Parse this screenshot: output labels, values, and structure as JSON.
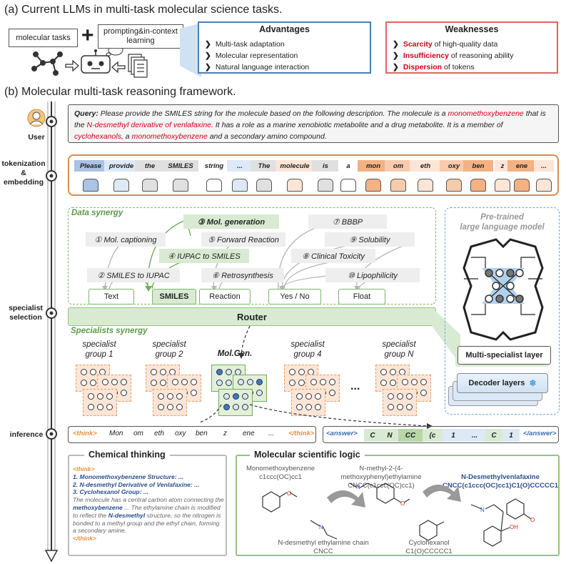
{
  "panel_a": {
    "title": "(a) Current LLMs in multi-task molecular science tasks.",
    "molecular_tasks": "molecular tasks",
    "plus": "+",
    "prompting": "prompting&in-context learning",
    "advantages_title": "Advantages",
    "advantages": [
      "Multi-task adaptation",
      "Molecular representation",
      "Natural language interaction"
    ],
    "weaknesses_title": "Weaknesses",
    "weaknesses": [
      {
        "key": "Scarcity",
        "rest": " of high-quality data"
      },
      {
        "key": "Insufficiency",
        "rest": " of reasoning ability"
      },
      {
        "key": "Dispersion",
        "rest": " of tokens"
      }
    ]
  },
  "panel_b": {
    "title": "(b) Molecular multi-task reasoning framework.",
    "side_labels": {
      "user": "User",
      "tokenization": "tokenization\n&\nembedding",
      "specialist": "specialist\nselection",
      "inference": "inference"
    },
    "query": {
      "label": "Query:",
      "parts": [
        {
          "t": " Please provide the SMILES string for the molecule based on the following description. The molecule is a ",
          "red": false
        },
        {
          "t": "monomethoxybenzene",
          "red": true
        },
        {
          "t": " that is the ",
          "red": false
        },
        {
          "t": "N-desmethyl derivative of venlafaxine",
          "red": true
        },
        {
          "t": ". It has a role as a marine xenobiotic metabolite and a drug metabolite. It is a member of ",
          "red": false
        },
        {
          "t": "cyclohexanols",
          "red": true
        },
        {
          "t": ", a ",
          "red": false
        },
        {
          "t": "monomethoxybenzene",
          "red": true
        },
        {
          "t": " and a secondary amino compound.",
          "red": false
        }
      ]
    },
    "tokens": [
      {
        "t": "Please",
        "c": "#a9c4e4"
      },
      {
        "t": "provide",
        "c": "#dde9f6"
      },
      {
        "t": "the",
        "c": "#e0e0e0"
      },
      {
        "t": "SMILES",
        "c": "#e0e0e0"
      },
      {
        "t": "string",
        "c": "#ffffff"
      },
      {
        "t": "...",
        "c": "#dde9f6"
      },
      {
        "t": "The",
        "c": "#e0e0e0"
      },
      {
        "t": "molecule",
        "c": "#fbe5d6"
      },
      {
        "t": "is",
        "c": "#e0e0e0"
      },
      {
        "t": "a",
        "c": "#ffffff"
      },
      {
        "t": "mon",
        "c": "#f4b183"
      },
      {
        "t": "om",
        "c": "#f8cbad"
      },
      {
        "t": "eth",
        "c": "#fbe5d6"
      },
      {
        "t": "oxy",
        "c": "#f8cbad"
      },
      {
        "t": "ben",
        "c": "#f4b183"
      },
      {
        "t": "z",
        "c": "#fbe5d6"
      },
      {
        "t": "ene",
        "c": "#f4b183"
      },
      {
        "t": "...",
        "c": "#fbe5d6"
      }
    ],
    "data_synergy": {
      "title": "Data synergy",
      "tasks": [
        "① Mol. captioning",
        "② SMILES to IUPAC",
        "③ Mol. generation",
        "④ IUPAC to SMILES",
        "⑤ Forward Reaction",
        "⑥ Retrosynthesis",
        "⑦ BBBP",
        "⑧ Clinical Toxicity",
        "⑨ Solubility",
        "⑩ Lipophilicity"
      ],
      "outputs": [
        "Text",
        "SMILES",
        "Reaction",
        "Yes / No",
        "Float"
      ]
    },
    "router": "Router",
    "specialists": {
      "title": "Specialists synergy",
      "groups": [
        "specialist\ngroup 1",
        "specialist\ngroup 2",
        "Mol.Gen.",
        "specialist\ngroup 4",
        "specialist\ngroup N"
      ],
      "ellipsis": "..."
    },
    "llm": {
      "title": "Pre-trained\nlarge language model",
      "multi": "Multi-specialist layer",
      "decoder": "Decoder layers"
    },
    "think_line": {
      "open": "<think>",
      "tokens": [
        "Mon",
        "om",
        "eth",
        "oxy",
        "ben",
        "z",
        "ene",
        "..."
      ],
      "close": "</think>"
    },
    "answer_line": {
      "open": "<answer>",
      "tokens": [
        "C",
        "N",
        "CC",
        "(c",
        "1",
        "...",
        "C",
        "1"
      ],
      "close": "</answer>"
    },
    "chemical_thinking": {
      "title": "Chemical thinking",
      "open": "<think>",
      "steps": [
        "1. Monomethoxybenzene Structure: ...",
        "2. N-desmethyl Derivative of Venlafaxine: ...",
        "3. Cyclohexanol Group: ..."
      ],
      "para1": "The molecule has a central carbon atom connecting the ",
      "bold1": "methoxybenzene",
      "para2": " ... The ethylamine chain is modified to reflect the ",
      "bold2": "N-desmethyl",
      "para3": " structure, so the nitrogen is bonded to a methyl group and the ethyl chain, forming a secondary amine.",
      "close": "</think>"
    },
    "molecular_logic": {
      "title": "Molecular scientific logic",
      "m1_name": "Monomethoxybenzene",
      "m1_smiles": "c1ccc(OC)cc1",
      "m2_name": "N-methyl-2-(4-methoxyphenyl)ethylamine",
      "m2_smiles": "CNCC(c1ccc(OC)cc1)",
      "m3_name": "N-Desmethylvenlafaxine",
      "m3_smiles": "CNCC(c1ccc(OC)cc1)C1(O)CCCCC1",
      "m4_name": "N-desmethyl ethylamine chain",
      "m4_smiles": "CNCC",
      "m5_name": "Cyclohexanol",
      "m5_smiles": "C1(O)CCCCC1",
      "atom_n": "N",
      "atom_oh": "OH",
      "atom_o": "O"
    }
  }
}
